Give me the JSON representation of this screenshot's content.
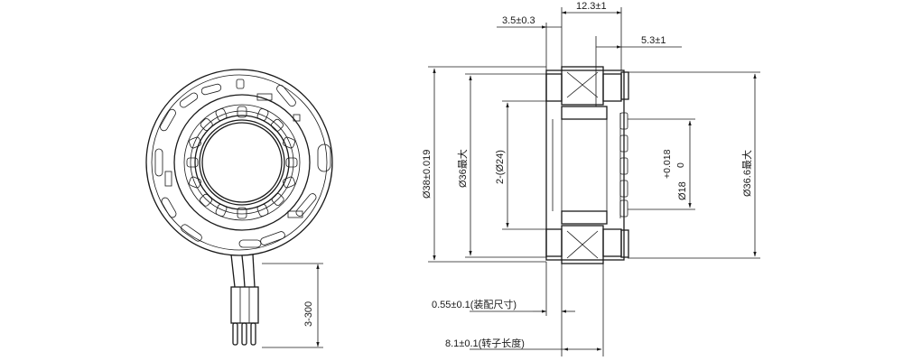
{
  "dimensions": {
    "width_top": "12.3±1",
    "left_gap": "3.5±0.3",
    "right_gap": "5.3±1",
    "outer_diameter": "Ø38±0.019",
    "coil_diameter": "Ø36最大",
    "inner_diameter": "2-(Ø24)",
    "bore_tolerance": "+0.018",
    "bore_tolerance_low": "0",
    "bore_diameter": "Ø18",
    "right_diameter": "Ø36.6最大",
    "lead_length": "3-300",
    "assembly_size": "0.55±0.1(装配尺寸)",
    "rotor_length": "8.1±0.1(转子长度)"
  }
}
